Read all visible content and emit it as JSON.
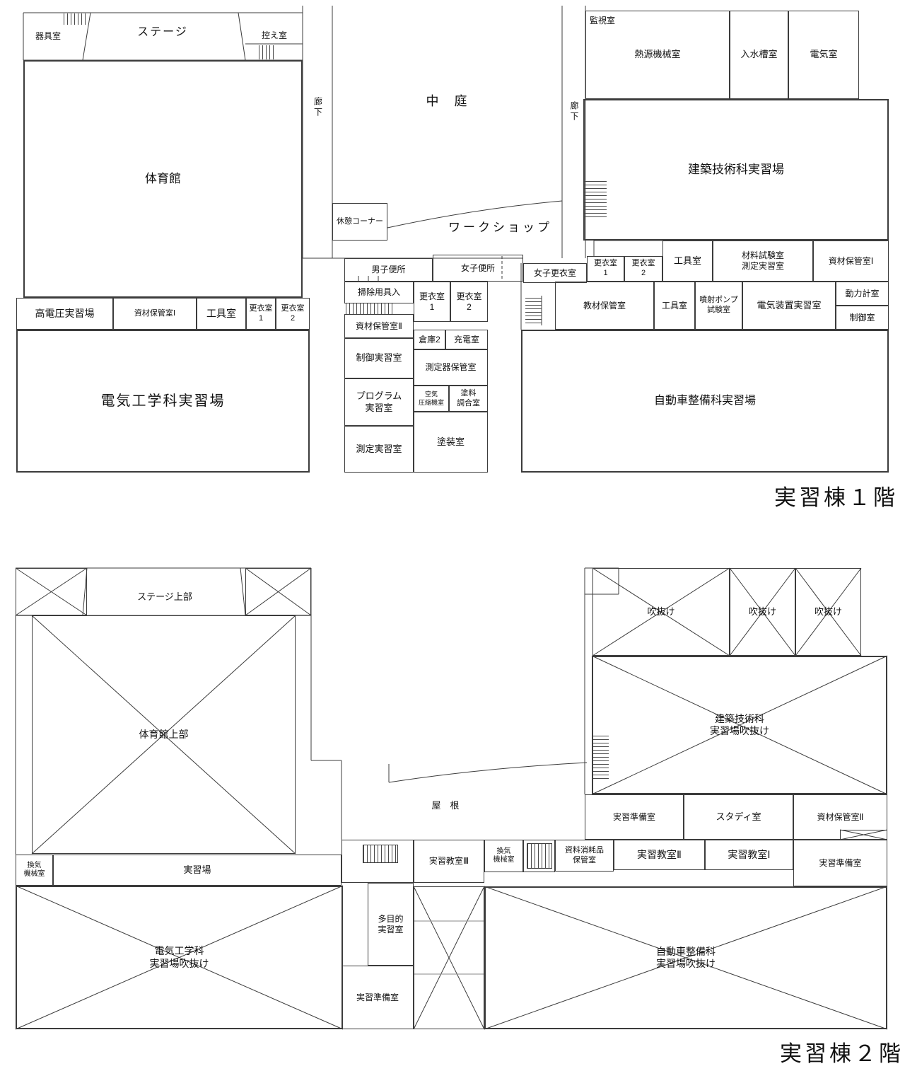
{
  "colors": {
    "wall": "#3c3c3c",
    "text": "#111111",
    "background": "#ffffff"
  },
  "floor1": {
    "title": "実習棟１階",
    "rooms": {
      "equipment_room": "器具室",
      "stage": "ステージ",
      "waiting_room": "控え室",
      "gym": "体育館",
      "corridor_left": "廊下",
      "courtyard": "中　庭",
      "corridor_right": "廊下",
      "rest_corner": "休憩コーナー",
      "workshop": "ワークショップ",
      "mens_toilet": "男子便所",
      "womens_toilet": "女子便所",
      "womens_changing": "女子更衣室",
      "cleaning_storage": "掃除用具入",
      "changing1_center": "更衣室\n1",
      "changing2_center": "更衣室\n2",
      "materials2": "資材保管室Ⅱ",
      "control_training": "制御実習室",
      "program_training": "プログラム\n実習室",
      "measurement_training": "測定実習室",
      "warehouse2": "倉庫2",
      "charging": "充電室",
      "instrument_storage": "測定器保管室",
      "air_compressor": "空気\n圧縮機室",
      "paint_mixing": "塗料\n調合室",
      "painting": "塗装室",
      "high_voltage": "高電圧実習場",
      "materials1_left": "資材保管室Ⅰ",
      "tools_left": "工具室",
      "changing1_left": "更衣室\n1",
      "changing2_left": "更衣室\n2",
      "electrical_eng": "電気工学科実習場",
      "monitoring": "監視室",
      "heat_source": "熱源機械室",
      "water_tank": "入水槽室",
      "electrical_room": "電気室",
      "architecture": "建築技術科実習場",
      "tools_a": "工具室",
      "material_test": "材料試験室\n測定実習室",
      "materials1_right": "資材保管室Ⅰ",
      "changing1_right": "更衣室\n1",
      "changing2_right": "更衣室\n2",
      "teaching_storage": "教材保管室",
      "tools_b": "工具室",
      "injection_pump": "噴射ポンプ\n試験室",
      "electrical_device": "電気装置実習室",
      "dynamometer": "動力計室",
      "control_room": "制御室",
      "auto_maintenance": "自動車整備科実習場"
    }
  },
  "floor2": {
    "title": "実習棟２階",
    "rooms": {
      "stage_upper": "ステージ上部",
      "gym_upper": "体育館上部",
      "void1": "吹抜け",
      "void2": "吹抜け",
      "void3": "吹抜け",
      "architecture_void": "建築技術科\n実習場吹抜け",
      "prep_a": "実習準備室",
      "study_room": "スタディ室",
      "materials2_f2": "資材保管室Ⅱ",
      "classroom2": "実習教室Ⅱ",
      "classroom1": "実習教室Ⅰ",
      "prep_right": "実習準備室",
      "consumables": "資料消耗品\n保管室",
      "vent_center": "換気\n機械室",
      "classroom3": "実習教室Ⅲ",
      "multipurpose": "多目的\n実習室",
      "prep_bottom": "実習準備室",
      "auto_void": "自動車整備科\n実習場吹抜け",
      "vent_left": "換気\n機械室",
      "training_room": "実習場",
      "electrical_void": "電気工学科\n実習場吹抜け",
      "roof": "屋　根"
    }
  }
}
